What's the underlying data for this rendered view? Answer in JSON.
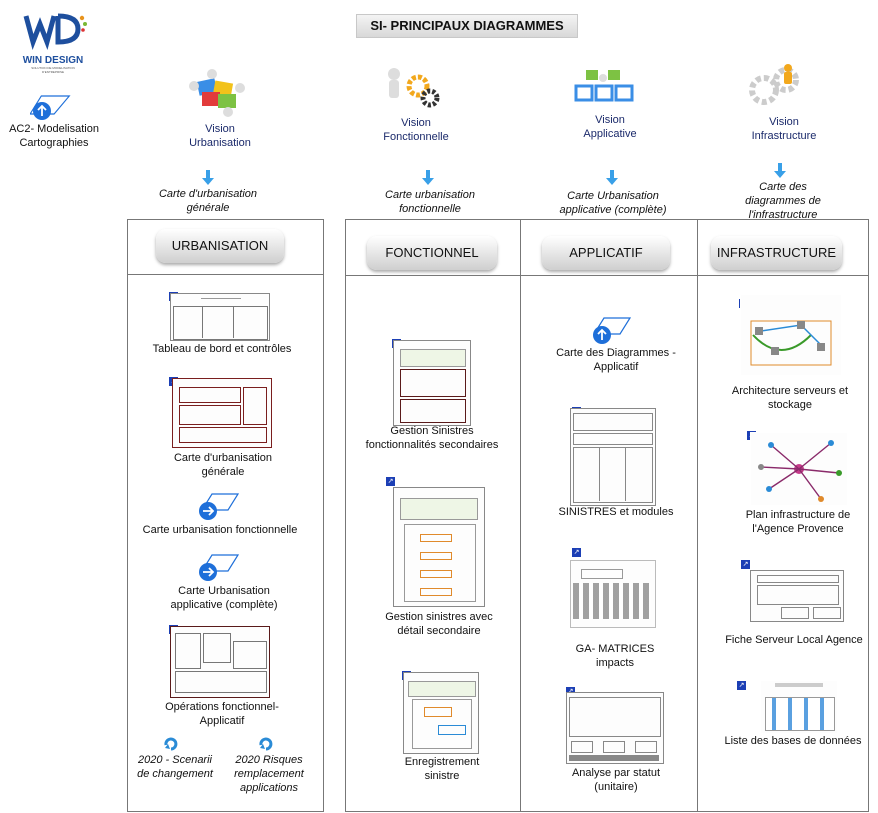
{
  "header": {
    "title": "SI- PRINCIPAUX DIAGRAMMES"
  },
  "logo": {
    "mark": "WD",
    "name": "WIN DESIGN",
    "tagline": "SOLUTION DE MODELISATION D'ENTREPRISE"
  },
  "root": {
    "label": "AC2- Modelisation Cartographies"
  },
  "visions": [
    {
      "label": "Vision Urbanisation",
      "link": "Carte d'urbanisation générale"
    },
    {
      "label": "Vision Fonctionnelle",
      "link": "Carte urbanisation fonctionnelle"
    },
    {
      "label": "Vision Applicative",
      "link": "Carte Urbanisation applicative (complète)"
    },
    {
      "label": "Vision Infrastructure",
      "link": "Carte des diagrammes de l'infrastructure"
    }
  ],
  "sections": {
    "urbanisation": {
      "title": "URBANISATION",
      "items": [
        "Tableau de bord et contrôles",
        "Carte d'urbanisation générale",
        "Carte urbanisation fonctionnelle",
        "Carte Urbanisation applicative (complète)",
        "Opérations fonctionnel-Applicatif"
      ],
      "bottom": [
        "2020 - Scenarii de changement",
        "2020 Risques remplacement applications"
      ]
    },
    "fonctionnel": {
      "title": "FONCTIONNEL",
      "items": [
        "Gestion Sinistres fonctionnalités secondaires",
        "Gestion sinistres avec détail secondaire",
        "Enregistrement sinistre"
      ]
    },
    "applicatif": {
      "title": "APPLICATIF",
      "items": [
        "Carte des Diagrammes - Applicatif",
        "SINISTRES et modules",
        "GA- MATRICES impacts",
        "Analyse par statut (unitaire)"
      ]
    },
    "infrastructure": {
      "title": "INFRASTRUCTURE",
      "items": [
        "Architecture serveurs et stockage",
        "Plan infrastructure de l'Agence Provence",
        "Fiche Serveur Local Agence",
        "Liste des bases de données"
      ]
    }
  },
  "colors": {
    "accent": "#1e6fd9",
    "title_bg": "#e2e2e2",
    "border": "#777777",
    "vision_text": "#1b2a6b"
  },
  "icons": {
    "shortcut": "shortcut-arrow-icon",
    "map": "map-up-icon",
    "map_right": "map-right-icon",
    "refresh": "refresh-icon",
    "down": "down-arrow-icon"
  }
}
